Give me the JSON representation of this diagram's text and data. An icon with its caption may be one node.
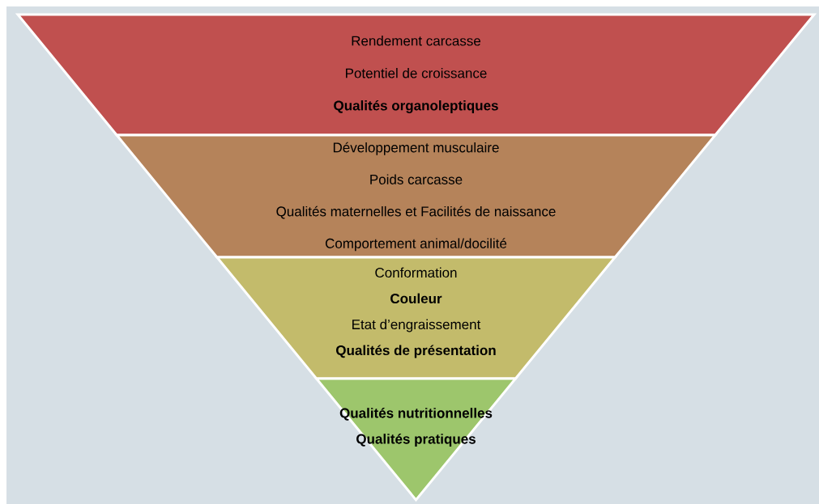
{
  "diagram": {
    "nodes": [
      {
        "text": [
          "Rendement carcasse",
          "Potentiel de croissance",
          "Qualités organoleptiques"
        ]
      },
      {
        "text": [
          "Développement musculaire",
          "Poids  carcasse",
          "Qualités maternelles et Facilités de naissance",
          "Comportement animal/docilité"
        ]
      },
      {
        "text": [
          "Conformation",
          "Couleur",
          "Etat d’engraissement",
          "Qualités de présentation"
        ]
      },
      {
        "text": [
          "Qualités nutritionnelles",
          "Qualités pratiques"
        ]
      }
    ]
  }
}
